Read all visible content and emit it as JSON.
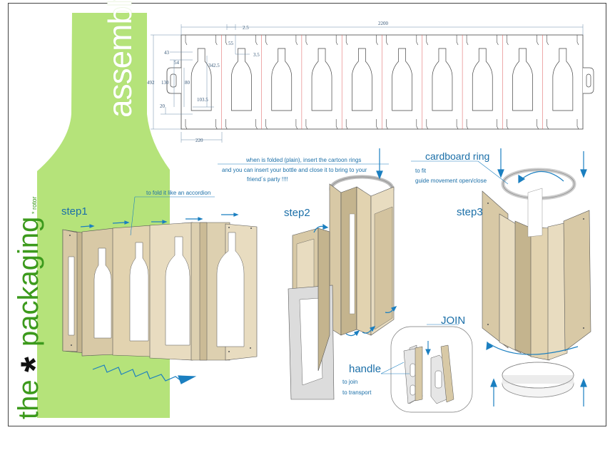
{
  "sidebar": {
    "brand_the": "the",
    "brand_mark": "*",
    "brand_packaging": "packaging",
    "brand_rotor": "* rotor",
    "section_title": "assembly"
  },
  "drawing": {
    "dim_total_width": "2200",
    "dim_slot_width": "2.5",
    "dim_slot_depth": "55",
    "dim_slot_offset": "3.5",
    "dim_neck_top": "43",
    "dim_neck_height": "54",
    "dim_neck_width": "342.5",
    "dim_height": "492",
    "dim_handle": "130",
    "dim_body": "80",
    "dim_body_width": "103.5",
    "dim_bottom": "20",
    "dim_panel_width": "220"
  },
  "steps": {
    "step1": "step1",
    "step1_note": "to fold it like an accordion",
    "step2": "step2",
    "step2_note": [
      "when is folded (plain), insert the cartoon rings",
      "and you can insert your bottle and close it to bring to your",
      "friend´s party !!!!"
    ],
    "step3": "step3",
    "ring_title": "cardboard ring",
    "ring_notes": [
      "to fit",
      "guide movement open/close"
    ]
  },
  "handle": {
    "title": "handle",
    "notes": [
      "to join",
      "to transport"
    ],
    "join_label": "JOIN"
  },
  "colors": {
    "accent_green": "#b5e37a",
    "accent_blue": "#1b7fc0",
    "cardboard": "#d8c9a6",
    "cardboard_light": "#e8dcc0",
    "cardboard_dark": "#c4b48e"
  }
}
